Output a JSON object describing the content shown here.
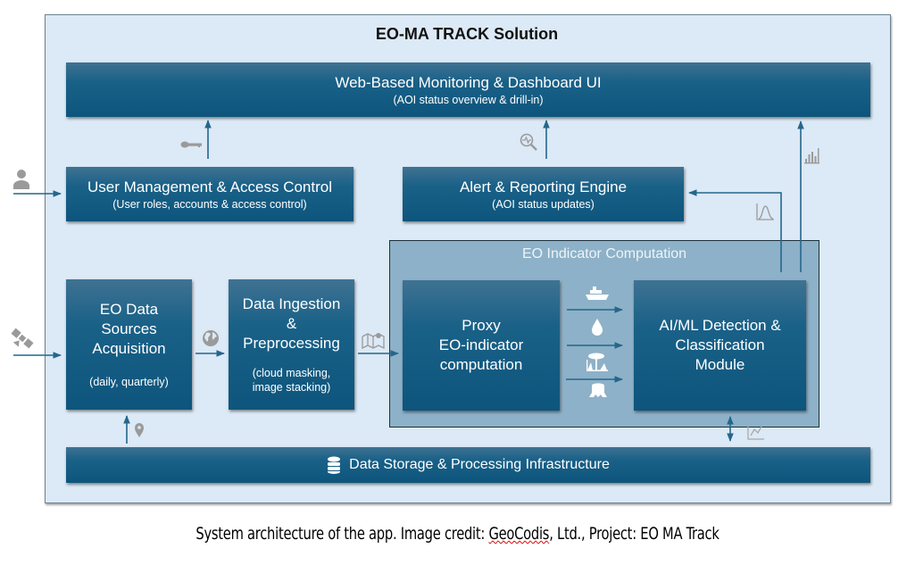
{
  "diagram": {
    "title": "EO-MA TRACK Solution",
    "colors": {
      "background": "#dce9f6",
      "box": "#0d557c",
      "group": "#8db1c8",
      "arrow": "#24678c",
      "icon_gray": "#9a9a9a"
    },
    "boxes": {
      "dashboard": {
        "title": "Web-Based Monitoring & Dashboard UI",
        "subtitle": "(AOI status overview & drill-in)"
      },
      "user_mgmt": {
        "title": "User Management & Access Control",
        "subtitle": "(User roles, accounts & access control)"
      },
      "alert": {
        "title": "Alert & Reporting Engine",
        "subtitle": "(AOI status updates)"
      },
      "eo_sources": {
        "title_lines": [
          "EO Data",
          "Sources",
          "Acquisition"
        ],
        "subtitle": "(daily, quarterly)"
      },
      "ingestion": {
        "title_lines": [
          "Data Ingestion",
          "&",
          "Preprocessing"
        ],
        "subtitle_lines": [
          "(cloud masking,",
          "image stacking)"
        ]
      },
      "proxy": {
        "title_lines": [
          "Proxy",
          "EO-indicator",
          "computation"
        ]
      },
      "aiml": {
        "title_lines": [
          "AI/ML Detection &",
          "Classification",
          "Module"
        ]
      },
      "storage": {
        "title": "Data Storage & Processing Infrastructure",
        "icon": "database-icon"
      }
    },
    "group": {
      "label": "EO Indicator Computation"
    },
    "connector_icons": [
      "key-icon",
      "search-analytics-icon",
      "bar-chart-icon",
      "bell-curve-chart-icon",
      "user-icon",
      "satellite-icon",
      "globe-icon",
      "map-icon",
      "location-pin-icon",
      "scatter-chart-icon",
      "ship-icon",
      "water-drop-icon",
      "forest-icon",
      "tree-stump-icon"
    ]
  },
  "caption": {
    "before": "System architecture of the app. Image credit: ",
    "credit": "GeoCodis",
    "after": ", Ltd., Project: EO MA Track"
  }
}
